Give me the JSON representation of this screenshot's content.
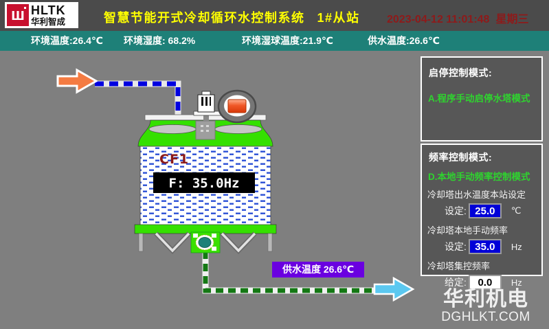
{
  "header": {
    "logo": {
      "abbr": "HLTK",
      "company": "华利智成",
      "icon": "hltk-logo"
    },
    "title": "智慧节能开式冷却循环水控制系统",
    "station": "1#从站",
    "datetime": "2023-04-12 11:01:48",
    "weekday": "星期三"
  },
  "statusbar": {
    "items": [
      {
        "id": "ambient-temperature",
        "text": "环境温度:26.4℃"
      },
      {
        "id": "ambient-humidity",
        "text": "环境湿度: 68.2%"
      },
      {
        "id": "wet-bulb-temperature",
        "text": "环境湿球温度:21.9℃"
      },
      {
        "id": "supply-water-temperature",
        "text": "供水温度:26.6℃"
      }
    ]
  },
  "diagram": {
    "tower": {
      "name": "CF1",
      "frequency": "F: 35.0Hz"
    },
    "supply_label": "供水温度 26.6℃",
    "icons": [
      "inlet-arrow-icon",
      "outlet-arrow-icon",
      "fan-icon",
      "motor-icon",
      "pump-icon",
      "stop-icon"
    ]
  },
  "panel": {
    "start_stop": {
      "title": "启停控制模式:",
      "mode": "A.程序手动启停水塔模式"
    },
    "frequency": {
      "title": "频率控制模式:",
      "mode": "D.本地手动频率控制模式",
      "outlet_temp_label": "冷却塔出水温度本站设定",
      "outlet_temp": {
        "label": "设定:",
        "value": "25.0",
        "unit": "℃"
      },
      "local_freq_label": "冷却塔本地手动频率",
      "local_freq": {
        "label": "设定:",
        "value": "35.0",
        "unit": "Hz"
      },
      "central_freq_label": "冷却塔集控频率",
      "central_freq": {
        "label": "给定:",
        "value": "0.0",
        "unit": "Hz"
      }
    }
  },
  "watermark": {
    "line1": "华利机电",
    "line2": "DGHLKT.COM"
  },
  "colors": {
    "header_bg": "#4b4b4b",
    "statusbar_teal": "#1e8078",
    "canvas_gray": "#7f7f7f",
    "panel_gray": "#575757",
    "title_yellow": "#ffff00",
    "datetime_red": "#8e1a1a",
    "mode_green": "#2fd32f",
    "tower_green": "#35e000",
    "pipe_blue": "#0000e0",
    "pipe_green": "#147814",
    "inlet_orange": "#f47b42",
    "outlet_blue": "#5bc8f0",
    "supply_label_purple": "#6a00e0",
    "setpoint_blue": "#0000d8",
    "logo_red": "#c8102e"
  }
}
